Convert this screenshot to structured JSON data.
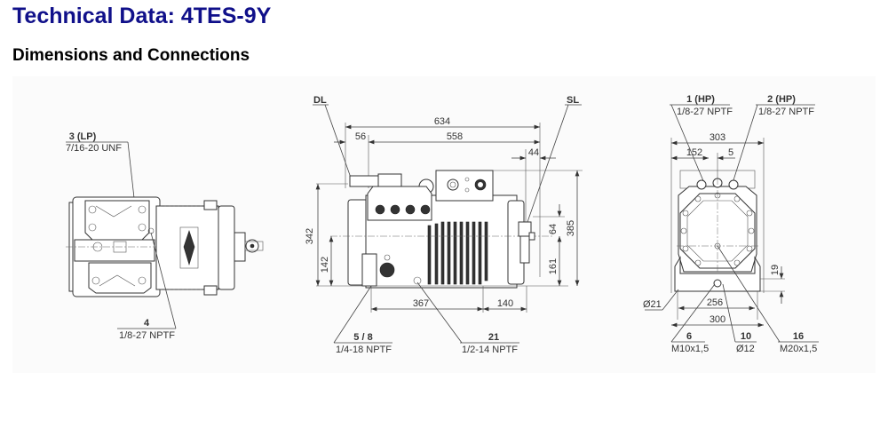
{
  "header": {
    "title": "Technical Data: 4TES-9Y",
    "subtitle": "Dimensions and Connections"
  },
  "colors": {
    "title": "#10108a",
    "panel_background": "#fbfbfb",
    "line": "#333333"
  },
  "top_view": {
    "callouts": [
      {
        "id": "3 (LP)",
        "thread": "7/16-20 UNF"
      },
      {
        "id": "4",
        "thread": "1/8-27 NPTF"
      }
    ]
  },
  "side_view": {
    "labels": {
      "discharge": "DL",
      "suction": "SL"
    },
    "dimensions": {
      "overall_length": "634",
      "offset_left": "56",
      "length_558": "558",
      "suction_offset": "44",
      "height_342": "342",
      "height_142": "142",
      "height_64": "64",
      "height_385": "385",
      "height_161": "161",
      "base_367": "367",
      "base_140": "140"
    },
    "callouts": [
      {
        "id": "5 / 8",
        "thread": "1/4-18 NPTF"
      },
      {
        "id": "21",
        "thread": "1/2-14 NPTF"
      }
    ]
  },
  "end_view": {
    "dimensions": {
      "width_303": "303",
      "offset_152": "152",
      "offset_5": "5",
      "height_19": "19",
      "hole_dia": "Ø21",
      "foot_256": "256",
      "foot_300": "300"
    },
    "callouts": [
      {
        "id": "1 (HP)",
        "thread": "1/8-27 NPTF"
      },
      {
        "id": "2 (HP)",
        "thread": "1/8-27 NPTF"
      },
      {
        "id": "6",
        "thread": "M10x1,5"
      },
      {
        "id": "10",
        "thread": "Ø12"
      },
      {
        "id": "16",
        "thread": "M20x1,5"
      }
    ]
  }
}
